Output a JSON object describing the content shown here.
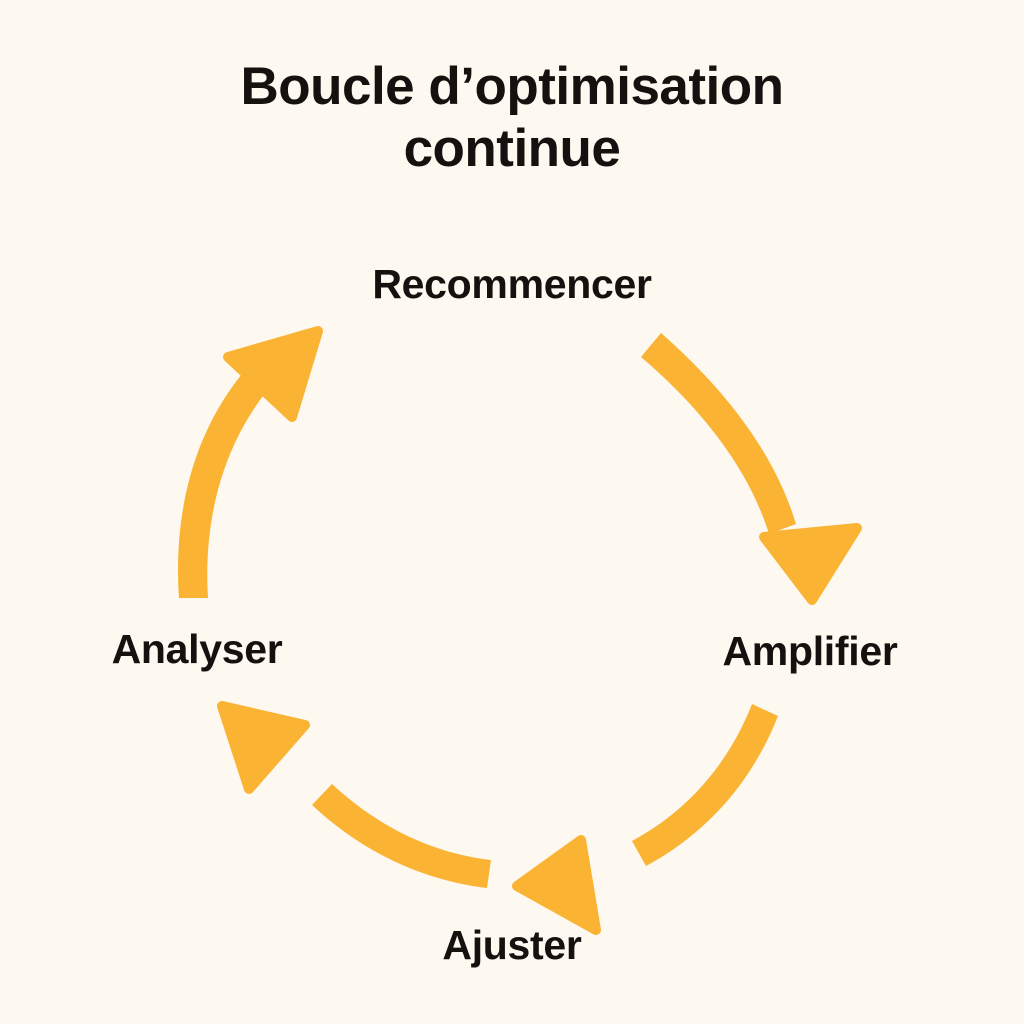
{
  "background_color": "#fdf8f0",
  "accent_color": "#fab333",
  "text_color": "#14110f",
  "title": {
    "line1": "Boucle d’optimisation",
    "line2": "continue",
    "full": "Boucle d’optimisation continue"
  },
  "cycle": {
    "direction": "clockwise",
    "steps": [
      {
        "id": "recommencer",
        "label": "Recommencer",
        "position": "top"
      },
      {
        "id": "amplifier",
        "label": "Amplifier",
        "position": "right"
      },
      {
        "id": "ajuster",
        "label": "Ajuster",
        "position": "bottom"
      },
      {
        "id": "analyser",
        "label": "Analyser",
        "position": "left"
      }
    ],
    "arrows": [
      {
        "id": "arrow-recommencer-to-amplifier",
        "from": "Recommencer",
        "to": "Amplifier",
        "icon": "curved-arrow-icon"
      },
      {
        "id": "arrow-amplifier-to-ajuster",
        "from": "Amplifier",
        "to": "Ajuster",
        "icon": "curved-arrow-icon"
      },
      {
        "id": "arrow-ajuster-to-analyser",
        "from": "Ajuster",
        "to": "Analyser",
        "icon": "curved-arrow-icon"
      },
      {
        "id": "arrow-analyser-to-recommencer",
        "from": "Analyser",
        "to": "Recommencer",
        "icon": "curved-arrow-icon"
      }
    ]
  }
}
